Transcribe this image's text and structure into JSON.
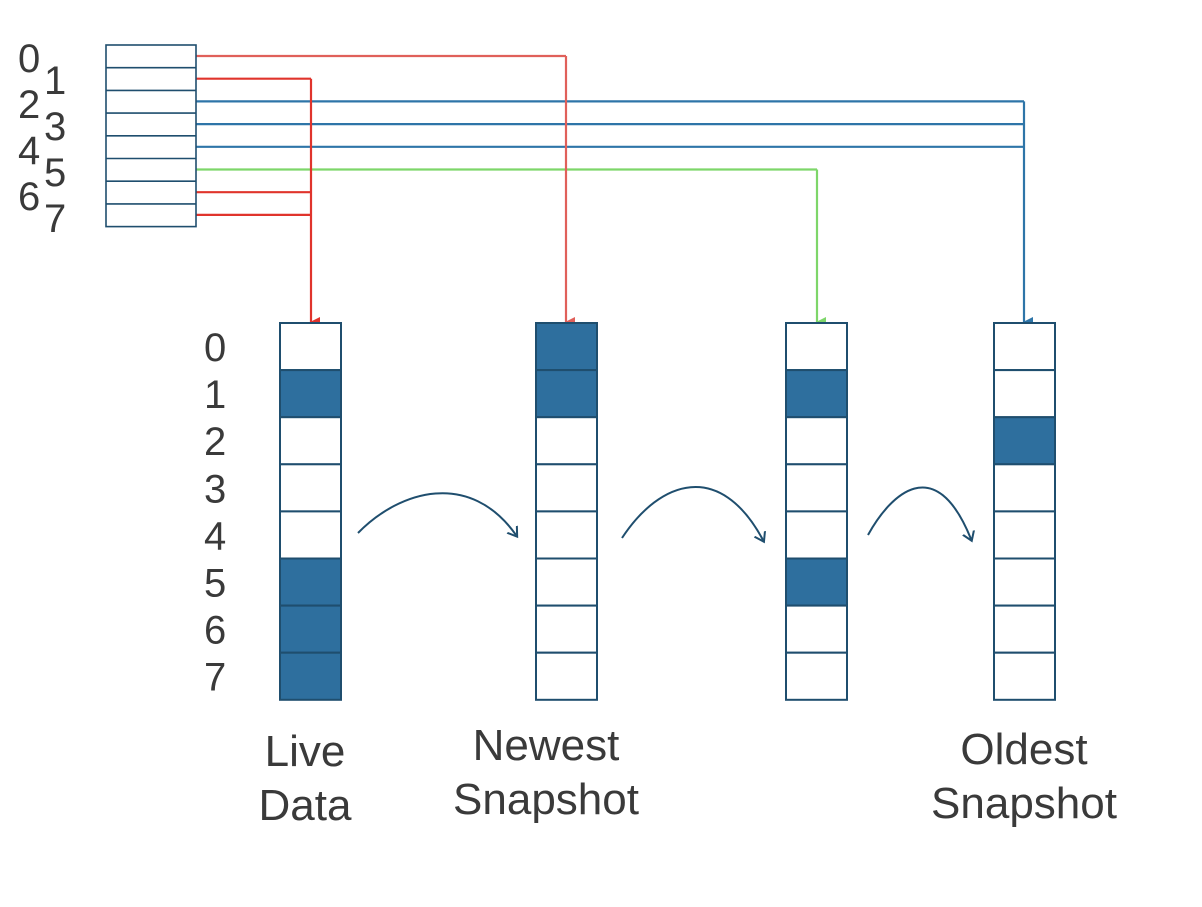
{
  "diagram": {
    "index_labels": [
      "0",
      "1",
      "2",
      "3",
      "4",
      "5",
      "6",
      "7"
    ],
    "columns": [
      {
        "key": "live",
        "label_lines": [
          "Live",
          "Data"
        ],
        "filled": [
          1,
          5,
          6,
          7
        ]
      },
      {
        "key": "newest",
        "label_lines": [
          "Newest",
          "Snapshot"
        ],
        "filled": [
          0,
          1
        ]
      },
      {
        "key": "middle",
        "label_lines": [],
        "filled": [
          1,
          5
        ]
      },
      {
        "key": "oldest",
        "label_lines": [
          "Oldest",
          "Snapshot"
        ],
        "filled": [
          2
        ]
      }
    ],
    "pointer_targets": [
      "newest",
      "live",
      "oldest",
      "oldest",
      "oldest",
      "middle",
      "live",
      "live"
    ],
    "pointer_colors": {
      "live": "#e0342c",
      "newest": "#e0605a",
      "middle": "#7ed66a",
      "oldest": "#2e75a8"
    },
    "cell_fill_color": "#2e6f9e",
    "flow_arrow_color": "#1f4e6e"
  }
}
